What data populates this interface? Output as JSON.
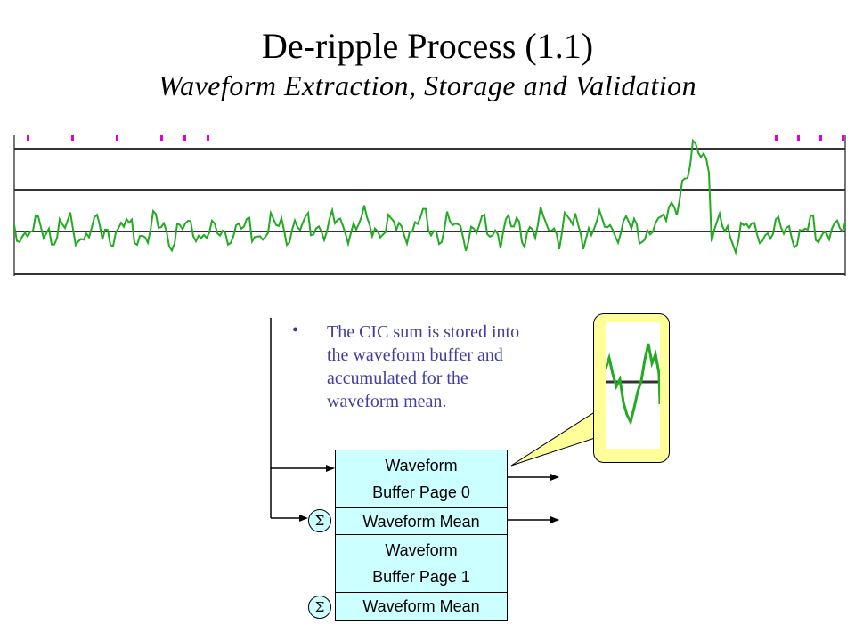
{
  "slide": {
    "title": "De-ripple Process (1.1)",
    "subtitle": "Waveform Extraction, Storage and Validation"
  },
  "note": {
    "bullet": "•",
    "text": "The CIC sum is stored into the waveform buffer and accumulated for the waveform mean."
  },
  "buffers": [
    {
      "label_line1": "Waveform",
      "label_line2": "Buffer Page 0",
      "mean_label": "Waveform Mean",
      "sigma": "Σ"
    },
    {
      "label_line1": "Waveform",
      "label_line2": "Buffer Page 1",
      "mean_label": "Waveform Mean",
      "sigma": "Σ"
    }
  ],
  "colors": {
    "waveform": "#22aa22",
    "markers": "#dd00dd",
    "box_fill": "#ccffff",
    "callout_fill": "#ffff99",
    "note_text": "#4040a0"
  }
}
